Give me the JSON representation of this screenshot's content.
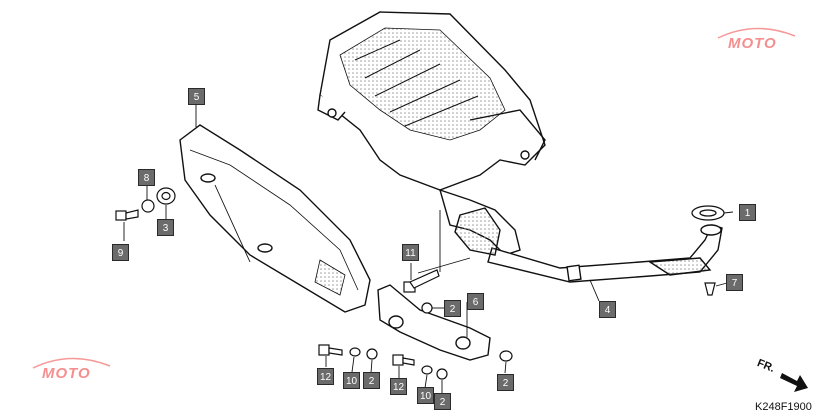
{
  "diagram": {
    "part_labels": [
      "1",
      "2",
      "3",
      "4",
      "5",
      "6",
      "7",
      "8",
      "9",
      "10",
      "11",
      "12"
    ],
    "drawing_code": "K248F1900",
    "front_marker": "FR.",
    "watermark_text": "MOTO",
    "colors": {
      "callout_fill": "#6b6b6b",
      "callout_text": "#ffffff",
      "line": "#111111",
      "watermark": "#e33333"
    }
  }
}
